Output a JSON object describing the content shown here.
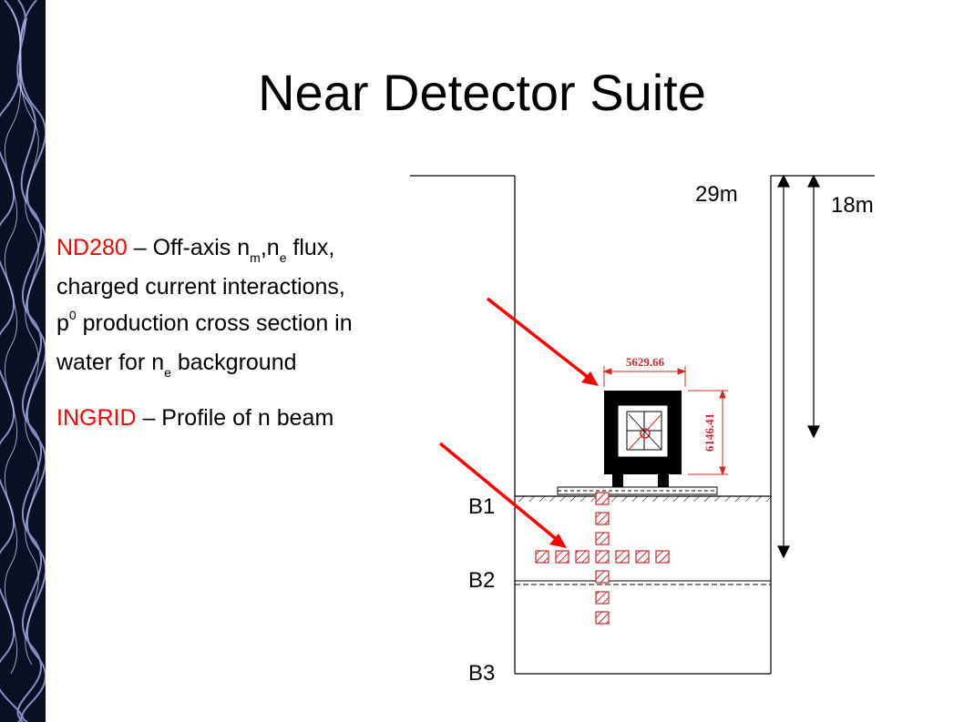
{
  "slide": {
    "title": "Near Detector Suite",
    "accent_color": "#ff0000",
    "nd280": {
      "name": "ND280",
      "dash": " – ",
      "text1": "Off-axis n",
      "sub1": "m",
      "comma": ",n",
      "sub2": "e",
      "text2": " flux,",
      "line2": "charged current interactions,",
      "p": "p",
      "sup0": "0",
      "line3": " production cross section in",
      "line4a": "water for n",
      "sub3": "e",
      "line4b": " background"
    },
    "ingrid": {
      "name": "INGRID",
      "dash": " – ",
      "text": "Profile of n beam"
    }
  },
  "diagram": {
    "depth_29": "29m",
    "depth_18": "18m",
    "floors": [
      "B1",
      "B2",
      "B3"
    ],
    "dim_width": "5629.66",
    "dim_height": "6146.41"
  }
}
